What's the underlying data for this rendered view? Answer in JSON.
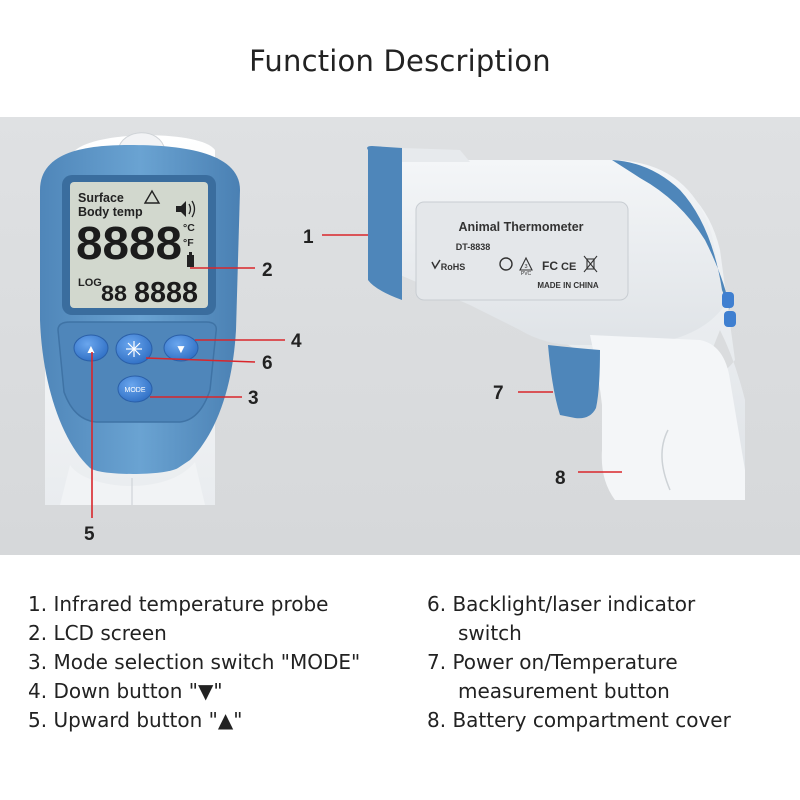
{
  "title": "Function Description",
  "device": {
    "lcd": {
      "mode_surface": "Surface",
      "mode_body": "Body temp",
      "main_digits": "8888",
      "unit_c": "°C",
      "unit_f": "°F",
      "log_label": "LOG",
      "log_digits": "88",
      "sub_digits": "8888"
    },
    "buttons": {
      "up_symbol": "▲",
      "down_symbol": "▼",
      "mode_label": "MODE"
    },
    "side_label": {
      "name": "Animal Thermometer",
      "model": "DT-8838",
      "rohs": "RoHS",
      "pvc": "PVC",
      "pvc_num": "3",
      "fc": "FC",
      "ce": "CE",
      "origin": "MADE IN CHINA"
    }
  },
  "callouts": [
    "1",
    "2",
    "3",
    "4",
    "5",
    "6",
    "7",
    "8"
  ],
  "legend": {
    "left": [
      {
        "num": "1.",
        "text": "Infrared temperature probe"
      },
      {
        "num": "2.",
        "text": "LCD screen"
      },
      {
        "num": "3.",
        "text": "Mode selection switch \"MODE\""
      },
      {
        "num": "4.",
        "text": "Down button \"▼\""
      },
      {
        "num": "5.",
        "text": "Upward button \"▲\""
      }
    ],
    "right": [
      {
        "num": "6.",
        "text": "Backlight/laser indicator",
        "cont": "switch"
      },
      {
        "num": "7.",
        "text": "Power on/Temperature",
        "cont": "measurement button"
      },
      {
        "num": "8.",
        "text": "Battery compartment cover"
      }
    ]
  },
  "colors": {
    "accent_blue": "#5b93c4",
    "button_blue": "#3f7fd0",
    "lcd_bg": "#cfd5cc",
    "callout_red": "#d9262b",
    "panel_bg": "#dcdee0"
  }
}
